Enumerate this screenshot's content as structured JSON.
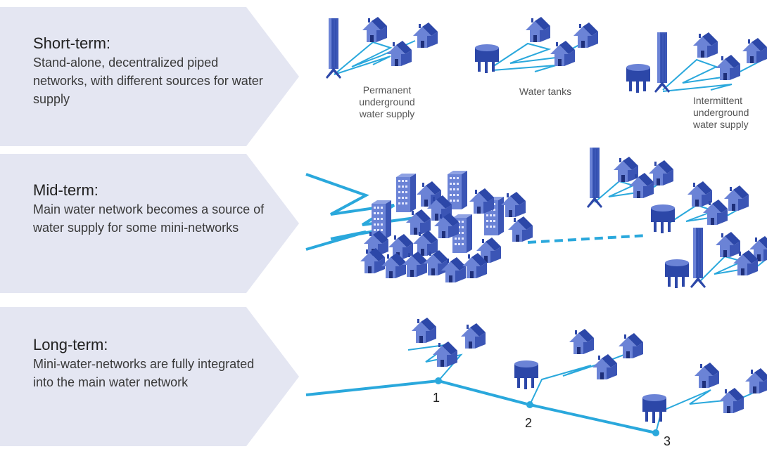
{
  "panels": [
    {
      "heading": "Short-term:",
      "text": "Stand-alone, decentralized piped networks, with different sources for water supply"
    },
    {
      "heading": "Mid-term:",
      "text": "Main water network becomes a source of water supply for some mini-networks"
    },
    {
      "heading": "Long-term:",
      "text": "Mini-water-networks are fully integrated into the main water network"
    }
  ],
  "captions": {
    "permanent": "Permanent underground water supply",
    "tanks": "Water tanks",
    "intermittent": "Intermittent underground water supply"
  },
  "points": [
    "1",
    "2",
    "3"
  ],
  "colors": {
    "panel": "#e4e6f2",
    "pipe": "#2aa8dc",
    "house_light": "#6b83d6",
    "house_dark": "#2c47a8",
    "tower": "#3c58b8"
  }
}
